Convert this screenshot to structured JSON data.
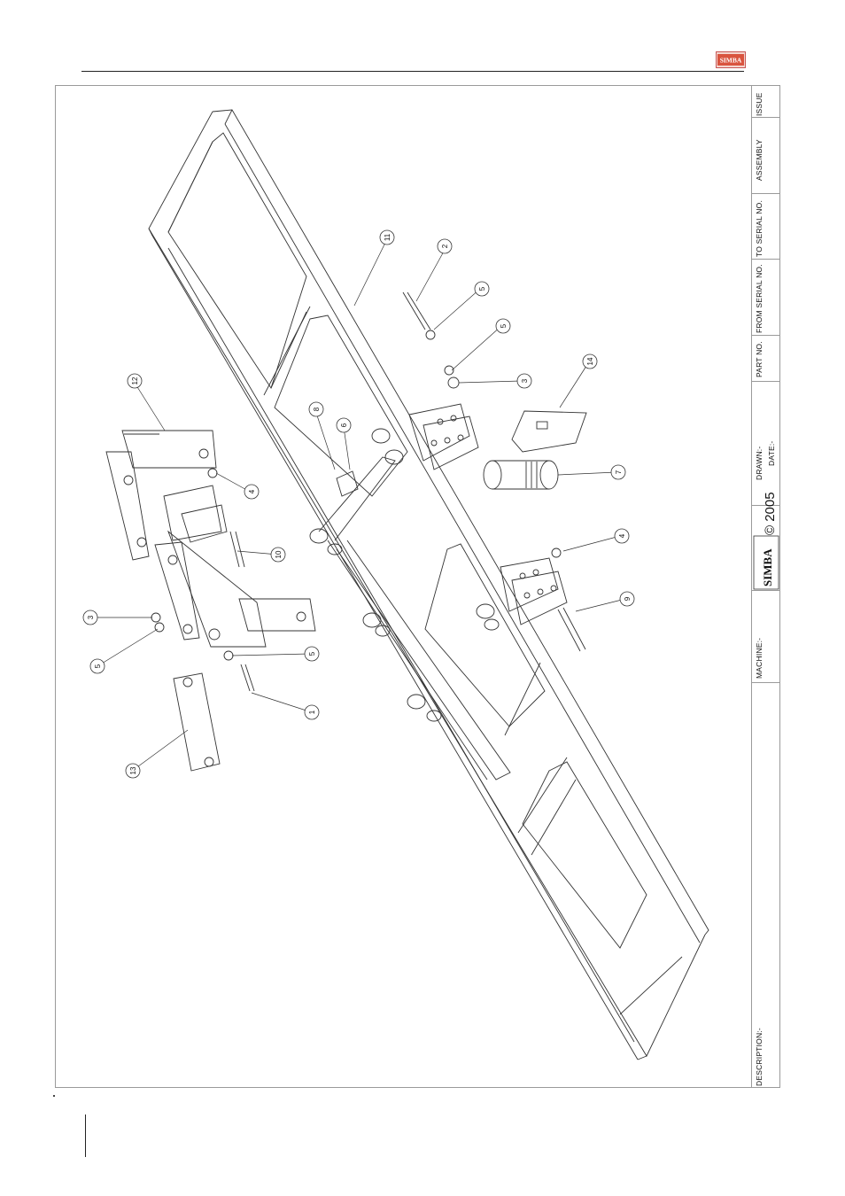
{
  "brand": {
    "logo_text": "SIMBA",
    "accent_color": "#c0392b"
  },
  "title_block": {
    "issue_label": "ISSUE",
    "assembly_label": "ASSEMBLY",
    "to_serial_label": "TO SERIAL NO.",
    "from_serial_label": "FROM SERIAL NO.",
    "part_no_label": "PART NO.",
    "drawn_label": "DRAWN:-",
    "date_label": "DATE:-",
    "copyright": "© 2005",
    "simba_mark": "SIMBA",
    "machine_label": "MACHINE:-",
    "description_label": "DESCRIPTION:-"
  },
  "callouts": [
    {
      "num": "1"
    },
    {
      "num": "2"
    },
    {
      "num": "3"
    },
    {
      "num": "3"
    },
    {
      "num": "4"
    },
    {
      "num": "4"
    },
    {
      "num": "5"
    },
    {
      "num": "5"
    },
    {
      "num": "5"
    },
    {
      "num": "5"
    },
    {
      "num": "6"
    },
    {
      "num": "7"
    },
    {
      "num": "8"
    },
    {
      "num": "9"
    },
    {
      "num": "10"
    },
    {
      "num": "11"
    },
    {
      "num": "12"
    },
    {
      "num": "13"
    },
    {
      "num": "14"
    }
  ]
}
